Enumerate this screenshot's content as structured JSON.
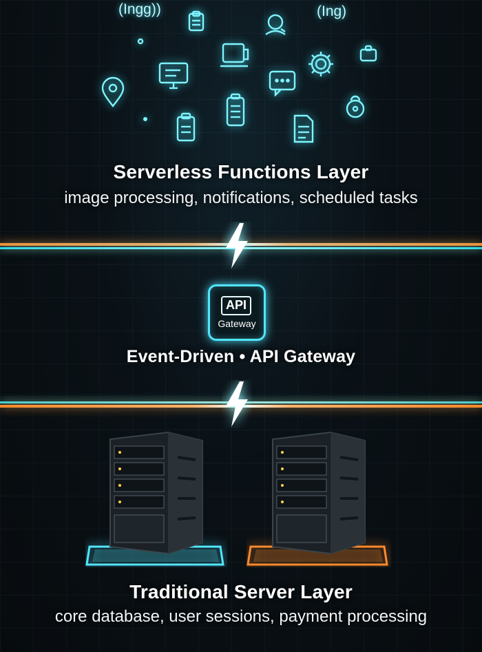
{
  "serverless": {
    "title": "Serverless Functions Layer",
    "subtitle": "image processing, notifications, scheduled tasks",
    "floating_labels": [
      "(Ingg))",
      "(Ing)"
    ],
    "icons": [
      "location-pin-icon",
      "monitor-icon",
      "clipboard-icon",
      "chat-icon",
      "laptop-icon",
      "headset-icon",
      "gear-icon",
      "document-icon",
      "notes-icon",
      "database-icon",
      "lock-icon",
      "toggle-icon"
    ]
  },
  "gateway": {
    "api_label": "API",
    "gateway_label": "Gateway",
    "caption": "Event-Driven • API Gateway"
  },
  "traditional": {
    "title": "Traditional Server Layer",
    "subtitle": "core database, user sessions, payment processing"
  },
  "colors": {
    "cyan": "#52e6ff",
    "orange": "#ff8a2a",
    "background": "#0a1116"
  }
}
